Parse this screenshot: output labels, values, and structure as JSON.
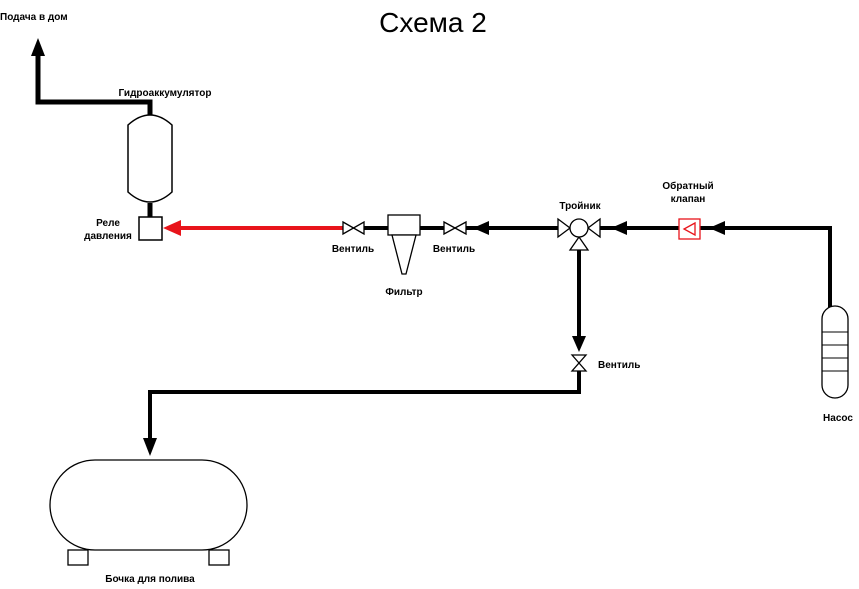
{
  "title": "Схема 2",
  "labels": {
    "supply": "Подача в дом",
    "accumulator": "Гидроаккумулятор",
    "relay_line1": "Реле",
    "relay_line2": "давления",
    "valve_left": "Вентиль",
    "valve_mid": "Вентиль",
    "valve_down": "Вентиль",
    "filter": "Фильтр",
    "tee": "Тройник",
    "check_line1": "Обратный",
    "check_line2": "клапан",
    "pump": "Насос",
    "tank": "Бочка для полива"
  },
  "colors": {
    "pipe": "#000000",
    "pressure_line": "#e8141b",
    "check_valve": "#e8141b"
  }
}
